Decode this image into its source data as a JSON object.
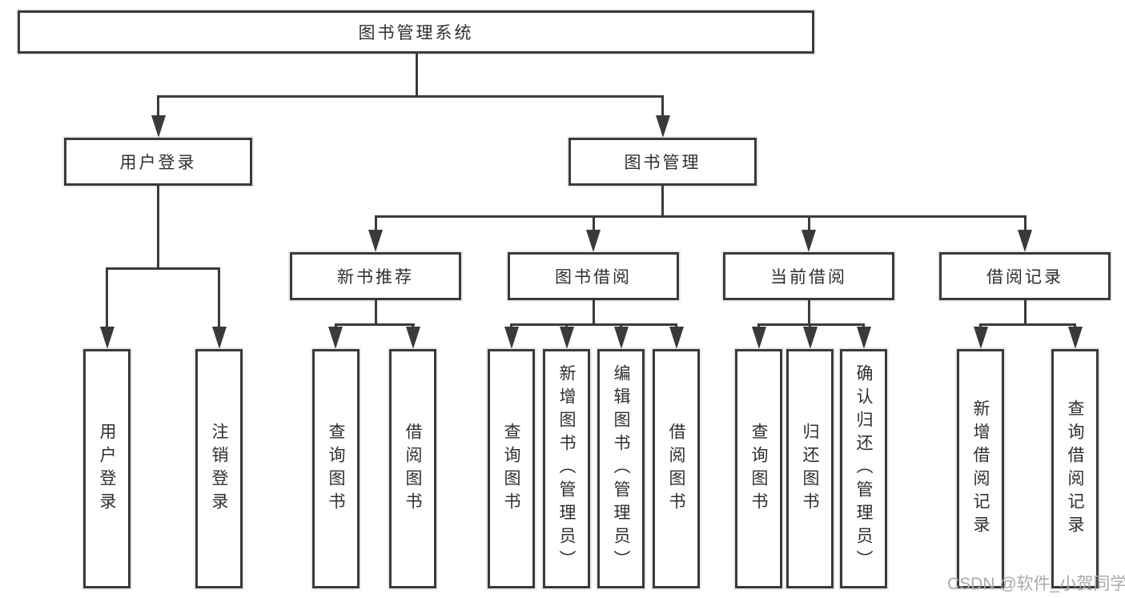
{
  "colors": {
    "line": "#3a3a3a",
    "text": "#2f2f2f",
    "box-bg": "#ffffff",
    "watermark": "#a9a9a9"
  },
  "tree": {
    "label": "图书管理系统",
    "children": [
      {
        "label": "用户登录",
        "children": [
          {
            "label": "用户登录"
          },
          {
            "label": "注销登录"
          }
        ]
      },
      {
        "label": "图书管理",
        "children": [
          {
            "label": "新书推荐",
            "children": [
              {
                "label": "查询图书"
              },
              {
                "label": "借阅图书"
              }
            ]
          },
          {
            "label": "图书借阅",
            "children": [
              {
                "label": "查询图书"
              },
              {
                "label": "新增图书（管理员）"
              },
              {
                "label": "编辑图书（管理员）"
              },
              {
                "label": "借阅图书"
              }
            ]
          },
          {
            "label": "当前借阅",
            "children": [
              {
                "label": "查询图书"
              },
              {
                "label": "归还图书"
              },
              {
                "label": "确认归还（管理员）"
              }
            ]
          },
          {
            "label": "借阅记录",
            "children": [
              {
                "label": "新增借阅记录"
              },
              {
                "label": "查询借阅记录"
              }
            ]
          }
        ]
      }
    ]
  },
  "watermark": {
    "text": "CSDN @软件_小贺同学"
  }
}
